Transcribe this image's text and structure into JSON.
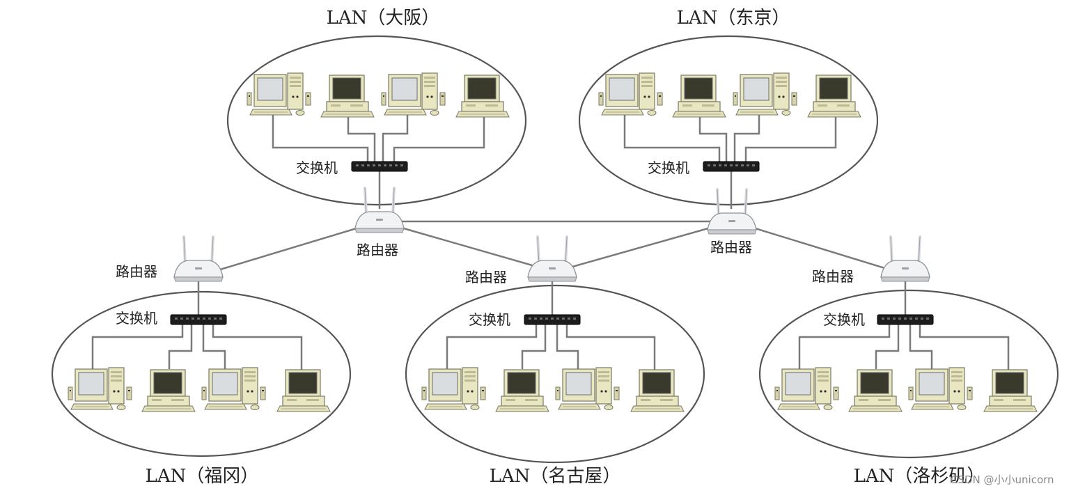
{
  "lans": [
    {
      "id": "osaka",
      "title": "LAN（大阪）"
    },
    {
      "id": "tokyo",
      "title": "LAN（东京）"
    },
    {
      "id": "fukuoka",
      "title": "LAN（福冈）"
    },
    {
      "id": "nagoya",
      "title": "LAN（名古屋）"
    },
    {
      "id": "la",
      "title": "LAN（洛杉矶）"
    }
  ],
  "labels": {
    "switch": "交换机",
    "router": "路由器"
  },
  "watermark": "CSDN @小小unicorn",
  "colors": {
    "link": "#7a7a7a",
    "ellipse": "#555555",
    "pc_body": "#e9e6c2",
    "screen_light": "#d9dde0",
    "screen_dark": "#3a3a2c",
    "switch": "#1d1d1d",
    "router": "#f2f3f5"
  }
}
